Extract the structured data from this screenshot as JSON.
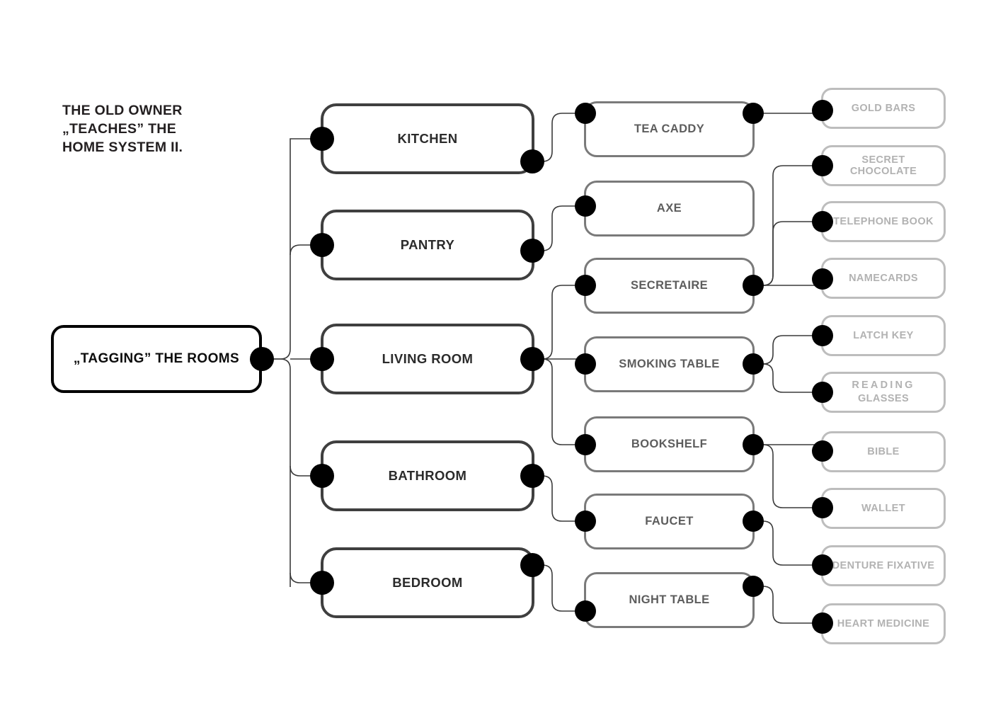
{
  "diagram": {
    "title": "THE OLD OWNER\n„TEACHES” THE\nHOME SYSTEM II.",
    "type": "tree-mindmap",
    "colors": {
      "root_border": "#000000",
      "level1_border": "#3f3f3f",
      "level2_border": "#7a7a7a",
      "level3_border": "#bdbdbd",
      "connector": "#3a3a3a",
      "dot": "#000000",
      "background": "#ffffff"
    },
    "root": {
      "label": "„TAGGING” THE ROOMS"
    },
    "rooms": [
      {
        "label": "KITCHEN"
      },
      {
        "label": "PANTRY"
      },
      {
        "label": "LIVING ROOM"
      },
      {
        "label": "BATHROOM"
      },
      {
        "label": "BEDROOM"
      }
    ],
    "objects": [
      {
        "label": "TEA CADDY"
      },
      {
        "label": "AXE"
      },
      {
        "label": "SECRETAIRE"
      },
      {
        "label": "SMOKING TABLE"
      },
      {
        "label": "BOOKSHELF"
      },
      {
        "label": "FAUCET"
      },
      {
        "label": "NIGHT TABLE"
      }
    ],
    "items": [
      {
        "label": "GOLD BARS"
      },
      {
        "label": "SECRET CHOCOLATE"
      },
      {
        "label": "TELEPHONE BOOK"
      },
      {
        "label": "NAMECARDS"
      },
      {
        "label": "LATCH KEY"
      },
      {
        "label": "READING",
        "label2": "GLASSES"
      },
      {
        "label": "BIBLE"
      },
      {
        "label": "WALLET"
      },
      {
        "label": "DENTURE FIXATIVE"
      },
      {
        "label": "HEART MEDICINE"
      }
    ]
  }
}
